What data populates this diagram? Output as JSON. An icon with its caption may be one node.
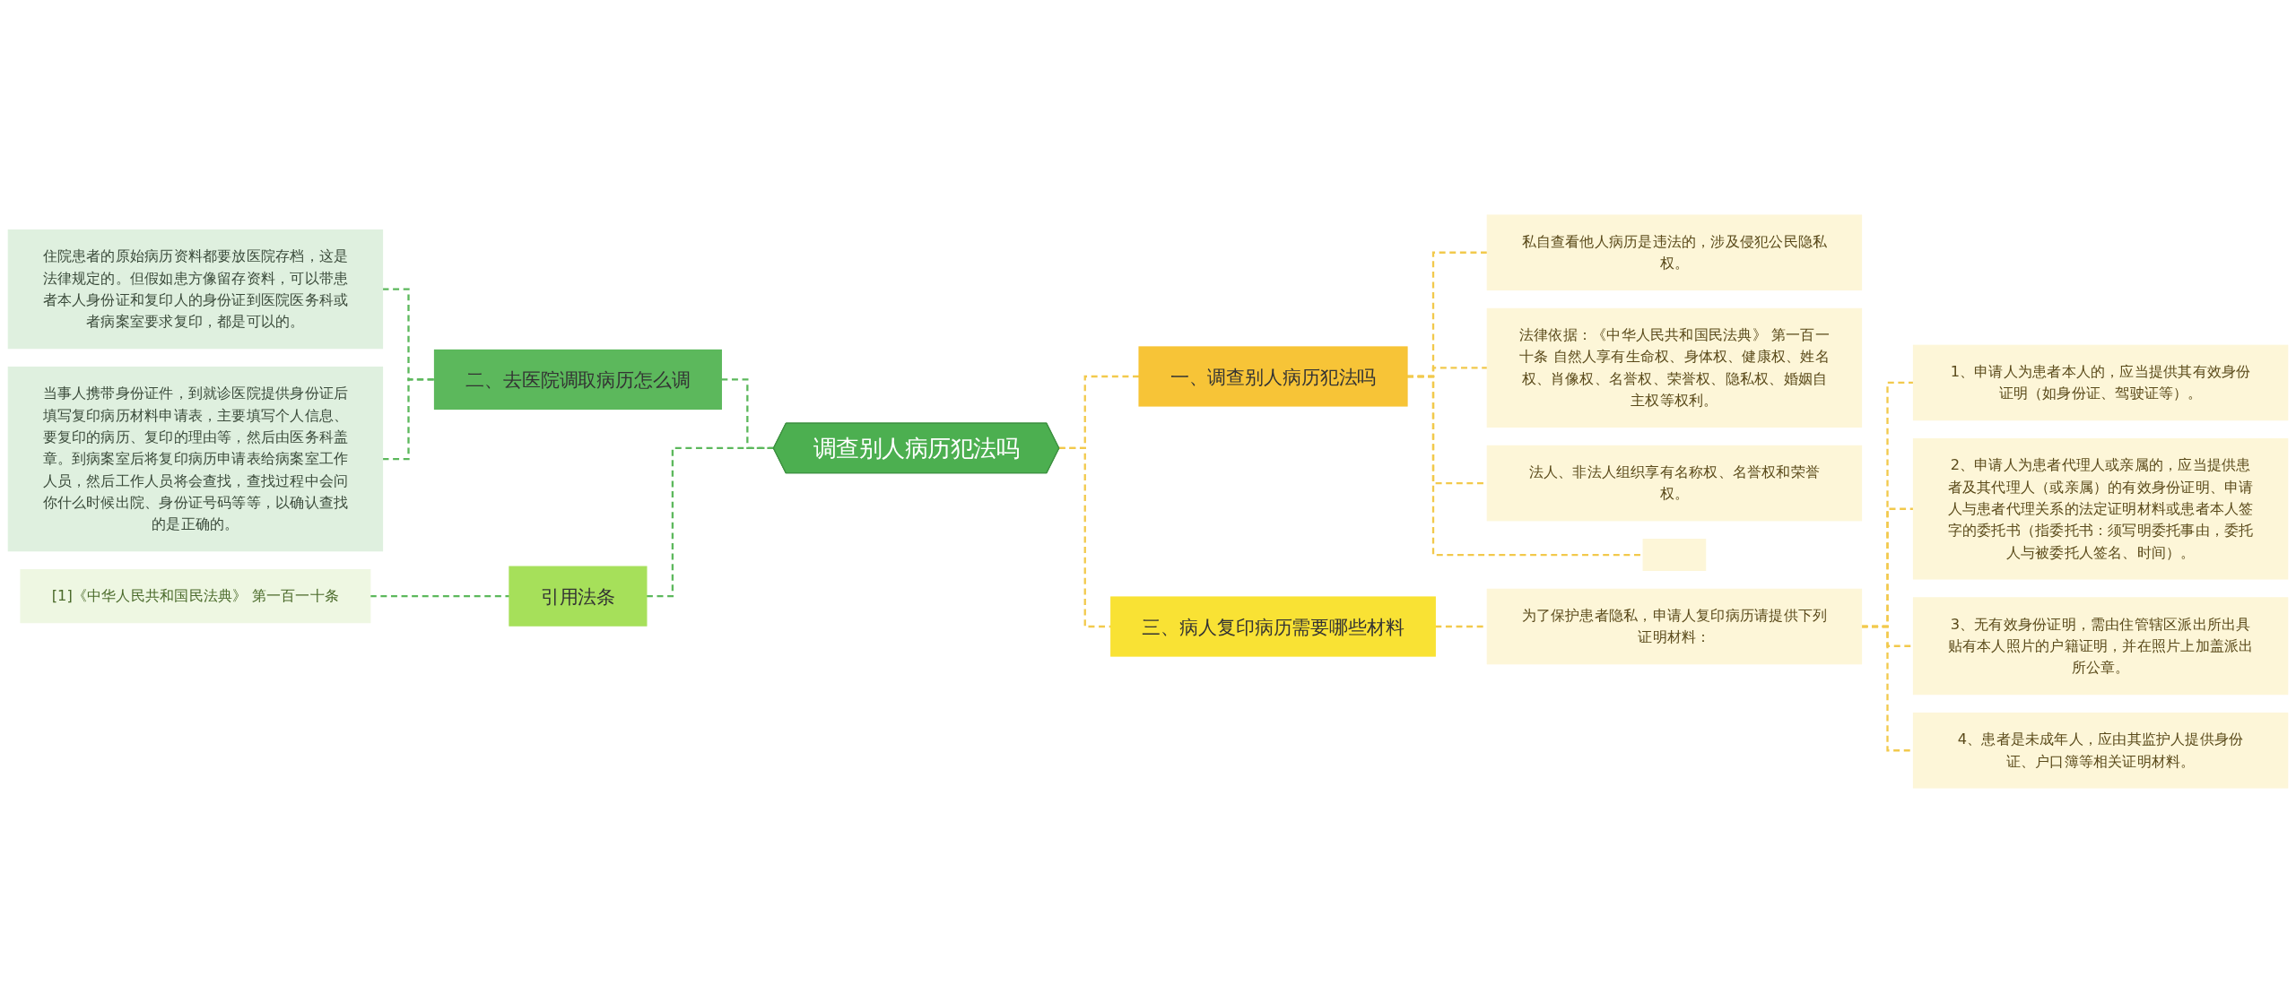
{
  "diagram": {
    "nodes": [
      {
        "text": [
          "调查别人病历犯法吗"
        ]
      },
      {
        "text": [
          "一、调查别人病历犯法吗"
        ]
      },
      {
        "text": [
          "私自查看他人病历是违法的，涉及侵犯公民隐私权。"
        ]
      },
      {
        "text": [
          "法律依据：《中华人民共和国民法典》 第一百一十条 自然人享有生命权、身体权、健康权、姓名权、肖像权、名誉权、荣誉权、隐私权、婚姻自主权等权利。"
        ]
      },
      {
        "text": [
          "法人、非法人组织享有名称权、名誉权和荣誉权。"
        ]
      },
      {
        "text": [],
        "shape": "box"
      },
      {
        "text": [
          "二、去医院调取病历怎么调"
        ]
      },
      {
        "text": [
          "住院患者的原始病历资料都要放医院存档，这是法律规定的。但假如患方像留存资料，可以带患者本人身份证和复印人的身份证到医院医务科或者病案室要求复印，都是可以的。"
        ]
      },
      {
        "text": [
          "当事人携带身份证件，到就诊医院提供身份证后填写复印病历材料申请表，主要填写个人信息、要复印的病历、复印的理由等，然后由医务科盖章。到病案室后将复印病历申请表给病案室工作人员，然后工作人员将会查找，查找过程中会问你什么时候出院、身份证号码等等，以确认查找的是正确的。"
        ]
      },
      {
        "text": [
          "引用法条"
        ]
      },
      {
        "text": [
          "[1]《中华人民共和国民法典》 第一百一十条"
        ]
      },
      {
        "text": [
          "三、病人复印病历需要哪些材料"
        ]
      },
      {
        "text": [
          "为了保护患者隐私，申请人复印病历请提供下列证明材料："
        ]
      },
      {
        "text": [
          "1、申请人为患者本人的，应当提供其有效身份证明（如身份证、驾驶证等）。"
        ]
      },
      {
        "text": [
          "2、申请人为患者代理人或亲属的，应当提供患者及其代理人（或亲属）的有效身份证明、申请人与患者代理关系的法定证明材料或患者本人签字的委托书（指委托书：须写明委托事由，委托人与被委托人签名、时间）。"
        ]
      },
      {
        "text": [
          "3、无有效身份证明，需由住管辖区派出所出具贴有本人照片的户籍证明，并在照片上加盖派出所公章。"
        ]
      },
      {
        "text": [
          "4、患者是未成年人，应由其监护人提供身份证、户口簿等相关证明材料。"
        ]
      }
    ],
    "edges": [
      {
        "from": 0,
        "to": 1,
        "arrow": "none",
        "style": "dashed"
      },
      {
        "from": 1,
        "to": 2,
        "arrow": "none",
        "style": "dashed"
      },
      {
        "from": 1,
        "to": 3,
        "arrow": "none",
        "style": "dashed"
      },
      {
        "from": 1,
        "to": 4,
        "arrow": "none",
        "style": "dashed"
      },
      {
        "from": 1,
        "to": 5,
        "arrow": "none",
        "style": "dashed"
      },
      {
        "from": 6,
        "to": 0,
        "arrow": "none",
        "style": "dashed",
        "color": "#5cb85c"
      },
      {
        "from": 7,
        "to": 6,
        "arrow": "none",
        "style": "dashed",
        "color": "#5cb85c"
      },
      {
        "from": 8,
        "to": 6,
        "arrow": "none",
        "style": "dashed",
        "color": "#5cb85c"
      },
      {
        "from": 9,
        "to": 0,
        "arrow": "none",
        "style": "dashed",
        "color": "#5cb85c"
      },
      {
        "from": 10,
        "to": 9,
        "arrow": "none",
        "style": "dashed",
        "color": "#5cb85c"
      },
      {
        "from": 0,
        "to": 11,
        "arrow": "none",
        "style": "dashed"
      },
      {
        "from": 11,
        "to": 12,
        "arrow": "none",
        "style": "dashed"
      },
      {
        "from": 12,
        "to": 13,
        "arrow": "none",
        "style": "dashed"
      },
      {
        "from": 12,
        "to": 14,
        "arrow": "none",
        "style": "dashed"
      },
      {
        "from": 12,
        "to": 15,
        "arrow": "none",
        "style": "dashed"
      },
      {
        "from": 12,
        "to": 16,
        "arrow": "none",
        "style": "dashed"
      }
    ]
  }
}
